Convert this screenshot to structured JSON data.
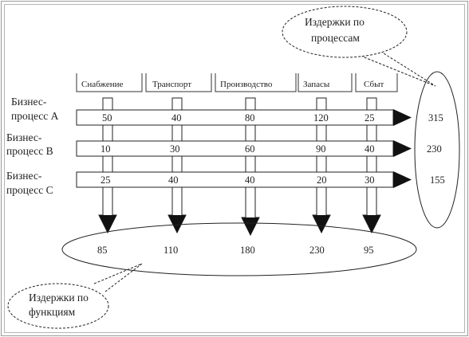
{
  "functions": [
    {
      "name": "Снабжение",
      "total": "85"
    },
    {
      "name": "Транспорт",
      "total": "110"
    },
    {
      "name": "Производство",
      "total": "180"
    },
    {
      "name": "Запасы",
      "total": "230"
    },
    {
      "name": "Сбыт",
      "total": "95"
    }
  ],
  "processes": [
    {
      "label_line1": "Бизнес-",
      "label_line2": "процесс А",
      "values": [
        "50",
        "40",
        "80",
        "120",
        "25"
      ],
      "total": "315"
    },
    {
      "label_line1": "Бизнес-",
      "label_line2": "процесс В",
      "values": [
        "10",
        "30",
        "60",
        "90",
        "40"
      ],
      "total": "230"
    },
    {
      "label_line1": "Бизнес-",
      "label_line2": "процесс С",
      "values": [
        "25",
        "40",
        "40",
        "20",
        "30"
      ],
      "total": "155"
    }
  ],
  "callouts": {
    "process_costs_line1": "Издержки по",
    "process_costs_line2": "процессам",
    "function_costs_line1": "Издержки по",
    "function_costs_line2": "функциям"
  }
}
